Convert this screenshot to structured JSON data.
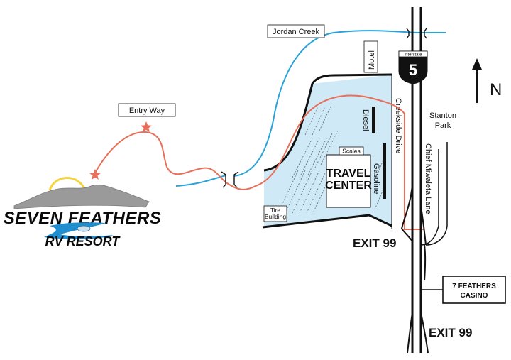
{
  "labels": {
    "jordan_creek": "Jordan Creek",
    "motel": "Motel",
    "entry_way": "Entry Way",
    "creekside_drive": "Creekside Drive",
    "chief_miwaleta_lane": "Chief Miwaleta Lane",
    "stanton_park_line1": "Stanton",
    "stanton_park_line2": "Park",
    "diesel": "Diesel",
    "gasoline": "Gasoline",
    "scales": "Scales",
    "travel_center_line1": "TRAVEL",
    "travel_center_line2": "CENTER",
    "tire_building_line1": "Tire",
    "tire_building_line2": "Building",
    "exit_99_a": "EXIT 99",
    "exit_99_b": "EXIT 99",
    "casino_line1": "7 FEATHERS",
    "casino_line2": "CASINO",
    "interstate_word": "Interstate",
    "interstate_number": "5",
    "north": "N"
  },
  "logo": {
    "line1": "SEVEN FEATHERS",
    "line2": "RV  RESORT"
  },
  "colors": {
    "creek": "#2aa3d8",
    "route": "#e8705a",
    "lot_fill": "#cfe9f6",
    "road": "#111111",
    "star": "#e8705a",
    "sun": "#f3d43c",
    "mountain": "#9a9a9a",
    "river": "#1f8fd0"
  },
  "icons": [
    "star-icon",
    "north-arrow-icon",
    "interstate-shield-icon",
    "bridge-icon",
    "mountain-logo-icon",
    "fish-icon"
  ]
}
